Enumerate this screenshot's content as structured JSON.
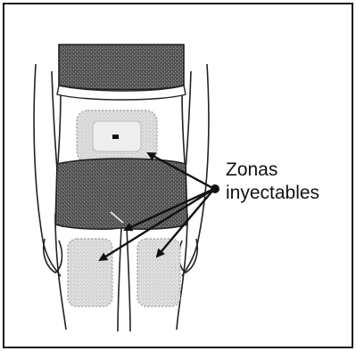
{
  "diagram": {
    "label_line_1": "Zonas",
    "label_line_2": "inyectables",
    "colors": {
      "frame": "#1a1a1a",
      "outline": "#222222",
      "clothing": "#4a4a4a",
      "injection_zone": "#d6d6d6",
      "arrow": "#111111",
      "background": "#ffffff"
    },
    "icons": [
      "body-outline",
      "injection-zone-abdomen",
      "injection-zone-left-thigh",
      "injection-zone-right-thigh",
      "pointer-arrow"
    ]
  }
}
